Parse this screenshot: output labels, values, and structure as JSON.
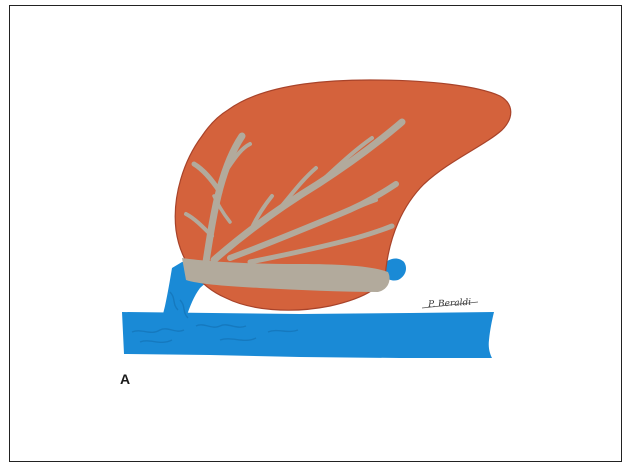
{
  "figure": {
    "panel_label": "A",
    "signature": "P. Beraldi"
  },
  "colors": {
    "organ": "#d4623c",
    "organ_outline": "#a8432a",
    "vessel_branches": "#b2aa9c",
    "vein": "#1a8ad6",
    "vein_shadow": "#1577bb",
    "background": "#ffffff"
  },
  "parts": [
    {
      "name": "organ",
      "color": "#d4623c"
    },
    {
      "name": "branching-vessels",
      "color": "#b2aa9c"
    },
    {
      "name": "blue-vein",
      "color": "#1a8ad6"
    }
  ]
}
